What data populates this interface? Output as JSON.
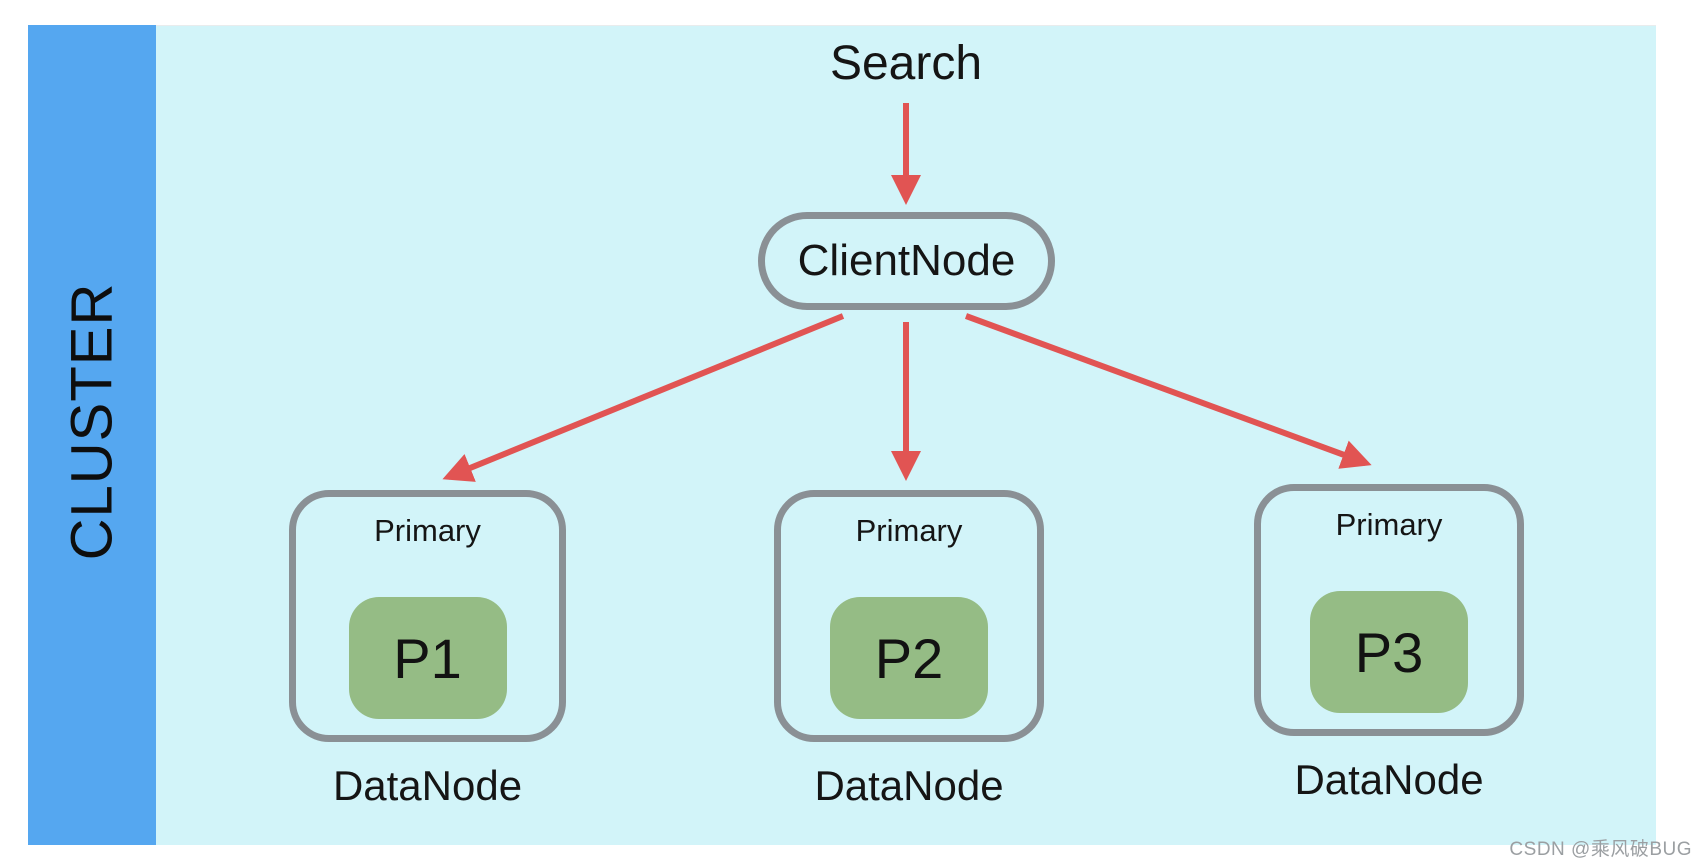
{
  "sidebar": {
    "label": "CLUSTER"
  },
  "diagram": {
    "search_label": "Search",
    "client_node": {
      "label": "ClientNode"
    },
    "data_nodes": [
      {
        "primary_label": "Primary",
        "shard_label": "P1",
        "node_label": "DataNode"
      },
      {
        "primary_label": "Primary",
        "shard_label": "P2",
        "node_label": "DataNode"
      },
      {
        "primary_label": "Primary",
        "shard_label": "P3",
        "node_label": "DataNode"
      }
    ],
    "connections": [
      {
        "from": "Search",
        "to": "ClientNode"
      },
      {
        "from": "ClientNode",
        "to": "DataNode-P1"
      },
      {
        "from": "ClientNode",
        "to": "DataNode-P2"
      },
      {
        "from": "ClientNode",
        "to": "DataNode-P3"
      }
    ]
  },
  "watermark": "CSDN @乘风破BUG",
  "colors": {
    "sidebar_blue": "#55a7f0",
    "cluster_background": "#d2f4f9",
    "shard_green": "#95bc85",
    "border_gray": "#8a9095",
    "arrow_red": "#e15453",
    "text_dark": "#1a1a1a",
    "watermark_gray": "#9b9fa2"
  }
}
